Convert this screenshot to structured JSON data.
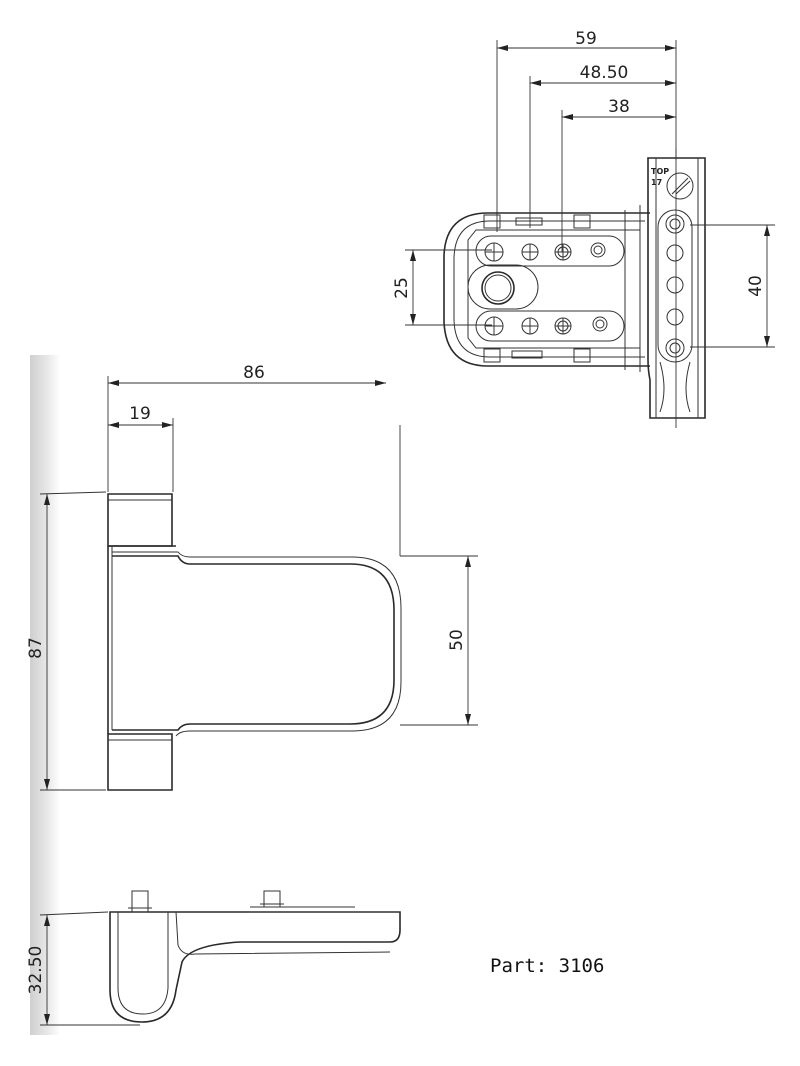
{
  "part_label": "Part: 3106",
  "front_view": {
    "dim_width_total": "86",
    "dim_knuckle_width": "19",
    "dim_height_total": "87",
    "dim_leaf_height": "50"
  },
  "side_view": {
    "dim_height": "32.50"
  },
  "top_view": {
    "dim_59": "59",
    "dim_48_50": "48.50",
    "dim_38": "38",
    "dim_25": "25",
    "dim_40": "40",
    "label_top": "TOP",
    "label_17": "17"
  }
}
